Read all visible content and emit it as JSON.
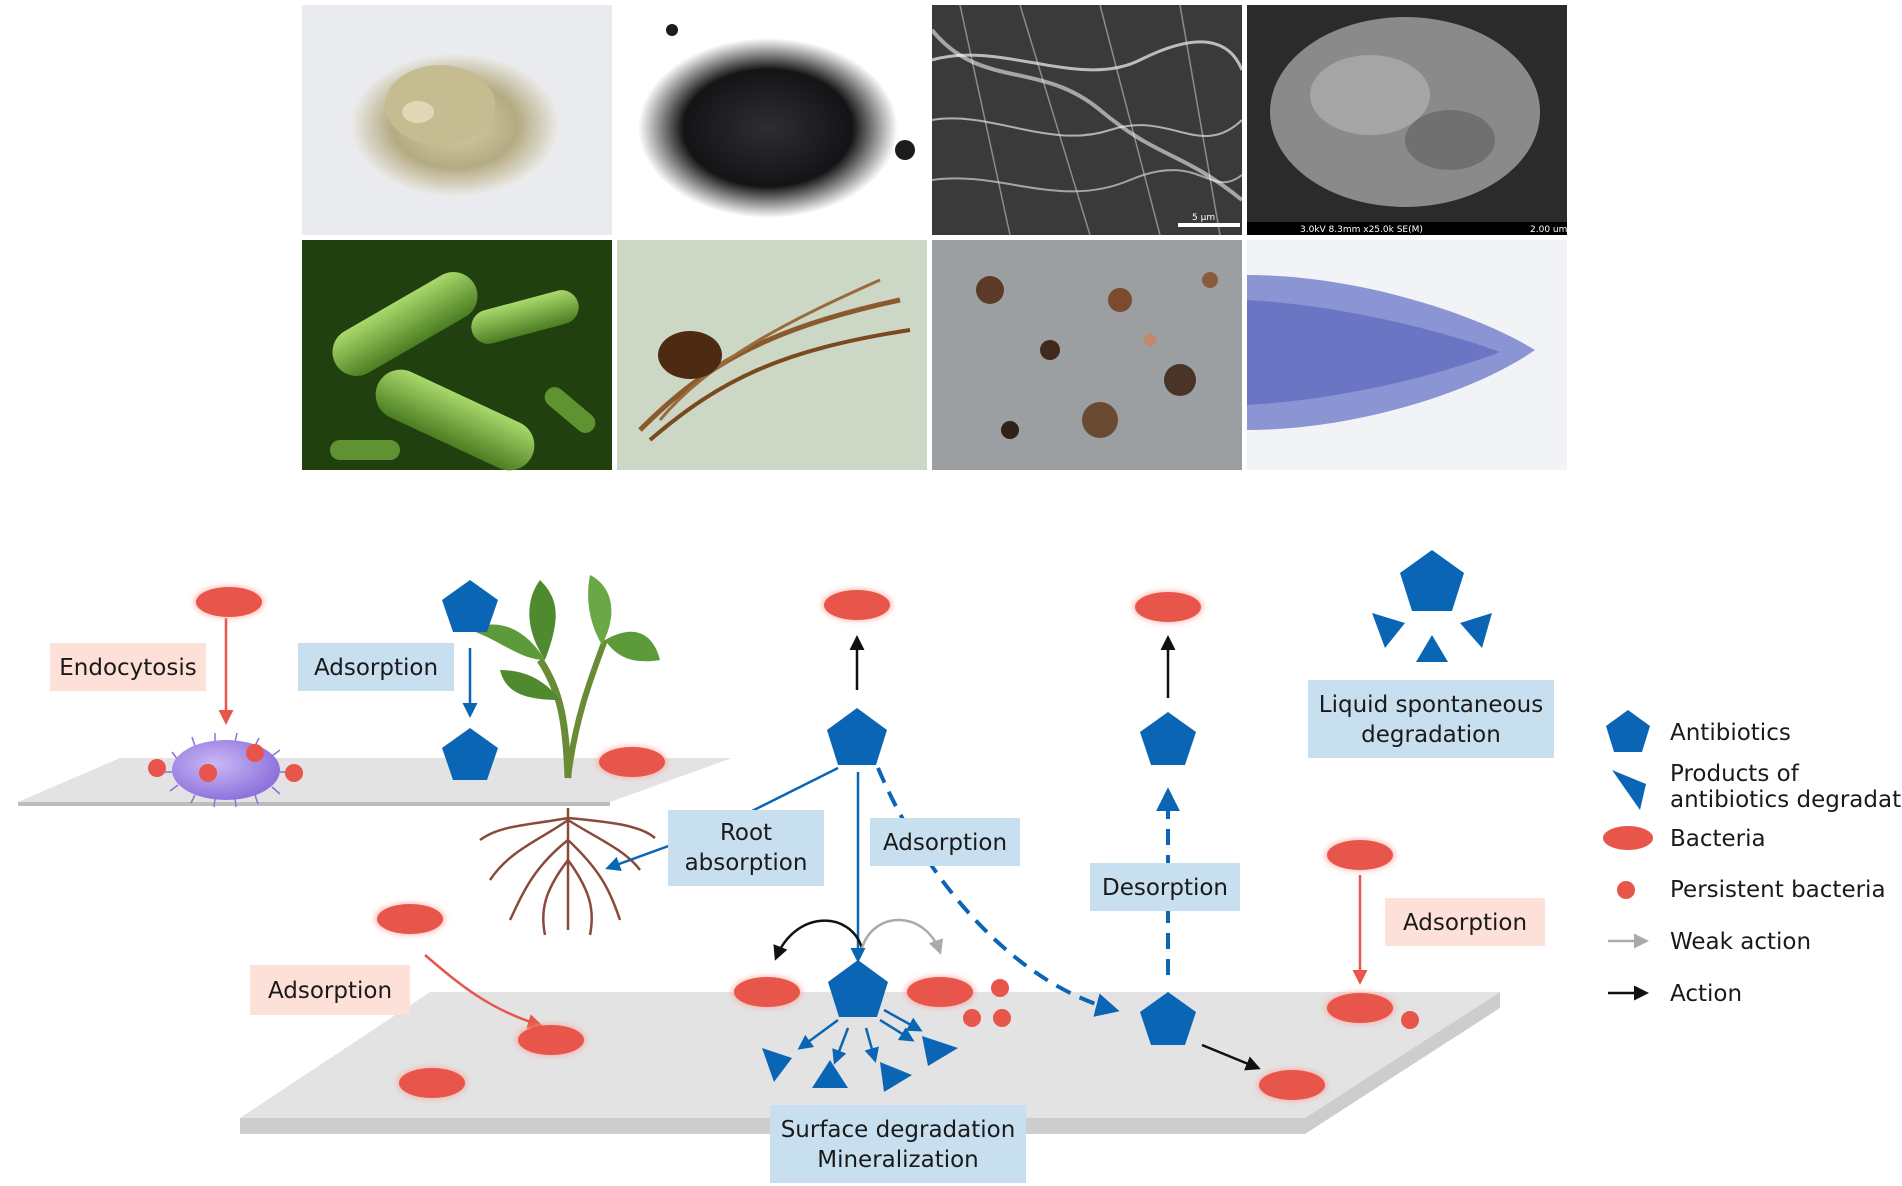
{
  "photos": [
    {
      "name": "clay-mineral-powder-photo"
    },
    {
      "name": "biochar-powder-photo"
    },
    {
      "name": "fibrous-sem-micrograph"
    },
    {
      "name": "particle-sem-micrograph"
    },
    {
      "name": "rod-bacteria-micrograph"
    },
    {
      "name": "fungal-hyphae-micrograph"
    },
    {
      "name": "soil-particles-micrograph"
    },
    {
      "name": "root-tip-micrograph"
    }
  ],
  "sem": {
    "fiber_scale": "5 μm",
    "particle_info": "3.0kV 8.3mm x25.0k SE(M)",
    "particle_scale": "2.00 um"
  },
  "process_labels": {
    "endocytosis": "Endocytosis",
    "adsorption_upper": "Adsorption",
    "root_absorption_line1": "Root",
    "root_absorption_line2": "absorption",
    "adsorption_center": "Adsorption",
    "desorption": "Desorption",
    "liquid_degradation_line1": "Liquid spontaneous",
    "liquid_degradation_line2": "degradation",
    "adsorption_right": "Adsorption",
    "adsorption_left": "Adsorption",
    "surface_degradation_line1": "Surface degradation",
    "surface_degradation_line2": "Mineralization"
  },
  "legend": {
    "antibiotics": "Antibiotics",
    "products_line1": "Products of",
    "products_line2": "antibiotics degradation",
    "bacteria": "Bacteria",
    "persistent_bacteria": "Persistent bacteria",
    "weak_action": "Weak action",
    "action": "Action"
  },
  "colors": {
    "antibiotic_blue": "#0a66b5",
    "bacteria_red": "#e8554a",
    "blue_label_bg": "#c8dff0",
    "red_label_bg": "#fde1d8",
    "surface_gray": "#e3e3e3",
    "weak_arrow": "#aaaaaa"
  }
}
